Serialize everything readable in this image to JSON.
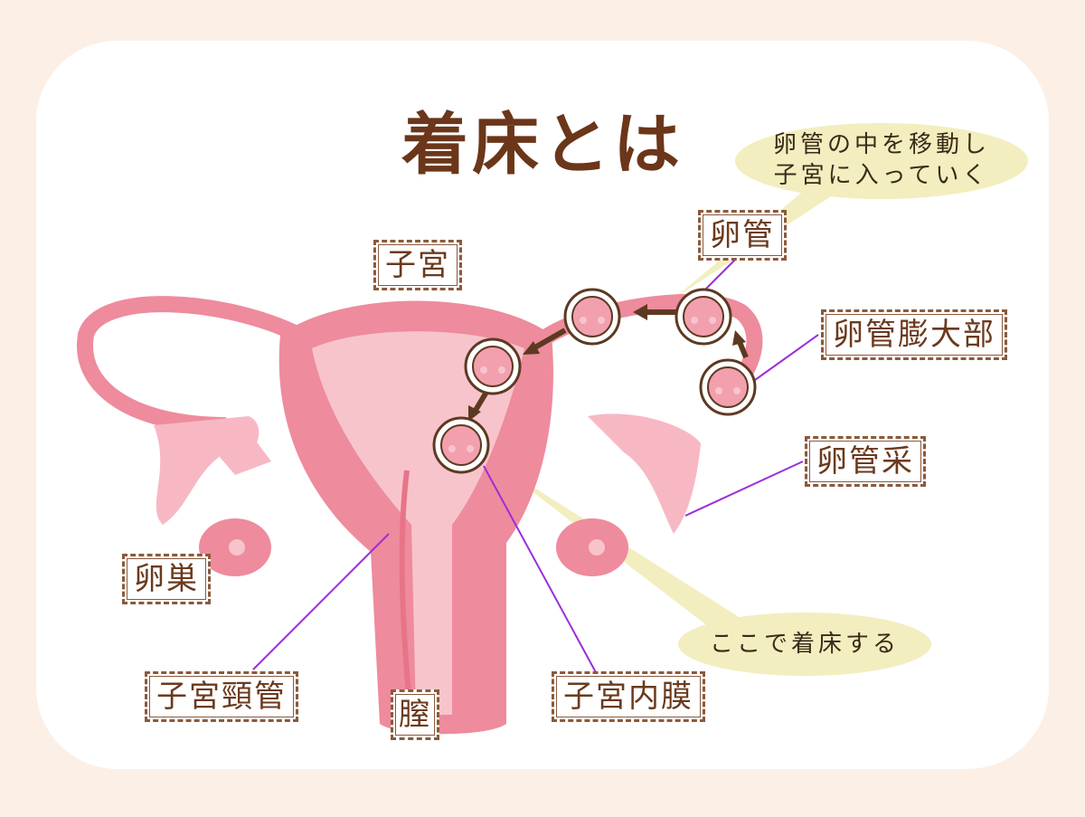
{
  "title": "着床とは",
  "labels": {
    "uterus": "子宮",
    "fallopian_tube": "卵管",
    "ampulla": "卵管膨大部",
    "fimbriae": "卵管采",
    "ovary": "卵巣",
    "cervical_canal": "子宮頸管",
    "vagina": "膣",
    "endometrium": "子宮内膜"
  },
  "bubbles": {
    "top_line1": "卵管の中を移動し",
    "top_line2": "子宮に入っていく",
    "bottom": "ここで着床する"
  },
  "colors": {
    "title": "#6b3619",
    "bubble": "#f2eebf",
    "uterus": "#ee8b9d",
    "line": "#9a2fd8"
  }
}
